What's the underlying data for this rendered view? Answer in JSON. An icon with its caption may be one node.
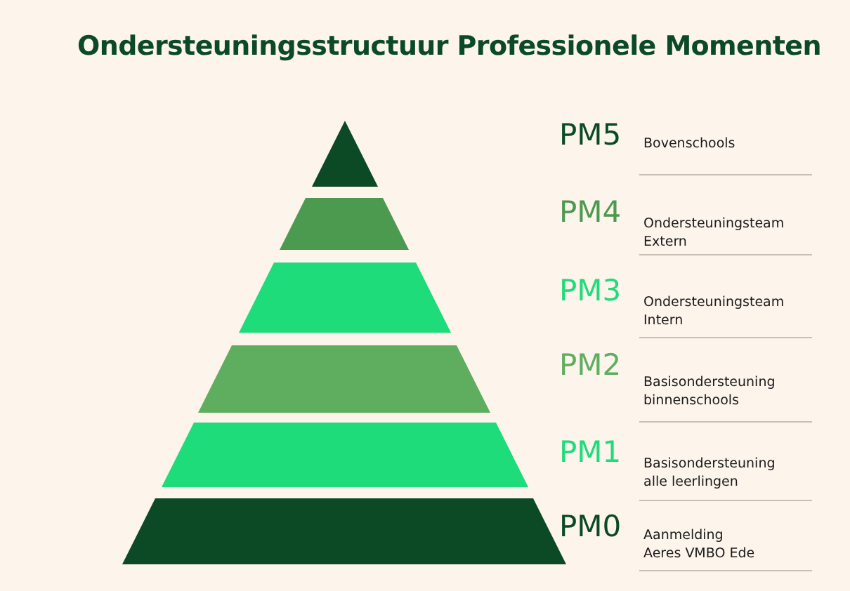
{
  "diagram": {
    "title": "Ondersteuningsstructuur Professionele Momenten",
    "nodes": [
      {
        "text": [],
        "shape": "triangle",
        "beside": [
          "PM5",
          "Bovenschools"
        ]
      },
      {
        "text": [],
        "shape": "trapezoid",
        "beside": [
          "PM4",
          "Ondersteuningsteam Extern"
        ]
      },
      {
        "text": [],
        "shape": "trapezoid",
        "beside": [
          "PM3",
          "Ondersteuningsteam Intern"
        ]
      },
      {
        "text": [],
        "shape": "trapezoid",
        "beside": [
          "PM2",
          "Basisondersteuning binnenschools"
        ]
      },
      {
        "text": [],
        "shape": "trapezoid",
        "beside": [
          "PM1",
          "Basisondersteuning alle leerlingen"
        ]
      },
      {
        "text": [],
        "shape": "trapezoid",
        "beside": [
          "PM0",
          "Aanmelding Aeres VMBO Ede"
        ]
      }
    ]
  }
}
